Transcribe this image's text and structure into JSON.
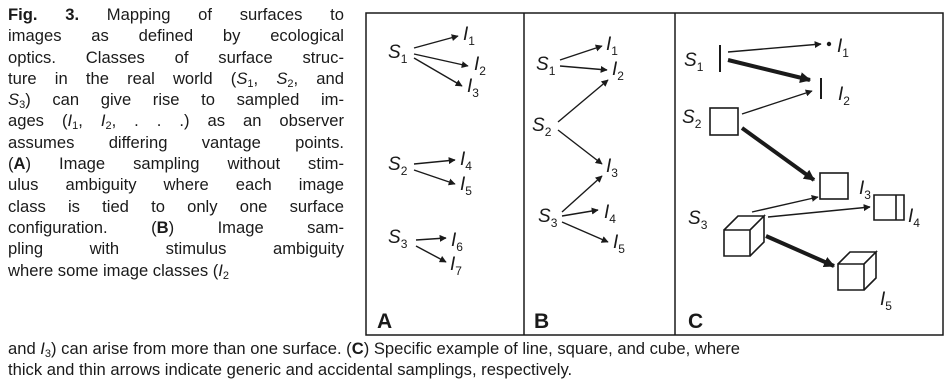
{
  "caption": {
    "fig_label": "Fig. 3.",
    "top_lines": [
      [
        {
          "t": "Fig. 3.",
          "b": 1
        },
        {
          "t": " Mapping of surfaces to"
        }
      ],
      [
        {
          "t": "images as defined by ecological"
        }
      ],
      [
        {
          "t": "optics. Classes of surface struc-"
        }
      ],
      [
        {
          "t": "ture in the real world ("
        },
        {
          "t": "S",
          "i": 1
        },
        {
          "t": "1",
          "s": 1
        },
        {
          "t": ", "
        },
        {
          "t": "S",
          "i": 1
        },
        {
          "t": "2",
          "s": 1
        },
        {
          "t": ", and"
        }
      ],
      [
        {
          "t": "S",
          "i": 1
        },
        {
          "t": "3",
          "s": 1
        },
        {
          "t": ") can give rise to sampled im-"
        }
      ],
      [
        {
          "t": "ages ("
        },
        {
          "t": "I",
          "i": 1
        },
        {
          "t": "1",
          "s": 1
        },
        {
          "t": ", "
        },
        {
          "t": "I",
          "i": 1
        },
        {
          "t": "2",
          "s": 1
        },
        {
          "t": ", . . .) as an observer"
        }
      ],
      [
        {
          "t": "assumes differing vantage points."
        }
      ],
      [
        {
          "t": "("
        },
        {
          "t": "A",
          "b": 1
        },
        {
          "t": ") Image sampling without stim-"
        }
      ],
      [
        {
          "t": "ulus ambiguity where each image"
        }
      ],
      [
        {
          "t": "class is tied to only one surface"
        }
      ],
      [
        {
          "t": "configuration. ("
        },
        {
          "t": "B",
          "b": 1
        },
        {
          "t": ") Image sam-"
        }
      ],
      [
        {
          "t": "pling with stimulus ambiguity"
        }
      ],
      [
        {
          "t": "where some image classes ("
        },
        {
          "t": "I",
          "i": 1
        },
        {
          "t": "2",
          "s": 1
        }
      ]
    ],
    "bottom_lines": [
      [
        {
          "t": "and "
        },
        {
          "t": "I",
          "i": 1
        },
        {
          "t": "3",
          "s": 1
        },
        {
          "t": ") can arise from more than one surface. ("
        },
        {
          "t": "C",
          "b": 1
        },
        {
          "t": ") Specific example of line, square, and cube, where"
        }
      ],
      [
        {
          "t": "thick and thin arrows indicate generic and accidental samplings, respectively."
        }
      ]
    ]
  },
  "figure": {
    "panels": [
      {
        "letter": "A",
        "surfaces": [
          {
            "n": "S",
            "sub": "1"
          },
          {
            "n": "S",
            "sub": "2"
          },
          {
            "n": "S",
            "sub": "3"
          }
        ],
        "images": [
          {
            "n": "I",
            "sub": "1"
          },
          {
            "n": "I",
            "sub": "2"
          },
          {
            "n": "I",
            "sub": "3"
          },
          {
            "n": "I",
            "sub": "4"
          },
          {
            "n": "I",
            "sub": "5"
          },
          {
            "n": "I",
            "sub": "6"
          },
          {
            "n": "I",
            "sub": "7"
          }
        ],
        "mapping": [
          [
            "S1",
            "I1"
          ],
          [
            "S1",
            "I2"
          ],
          [
            "S1",
            "I3"
          ],
          [
            "S2",
            "I4"
          ],
          [
            "S2",
            "I5"
          ],
          [
            "S3",
            "I6"
          ],
          [
            "S3",
            "I7"
          ]
        ]
      },
      {
        "letter": "B",
        "surfaces": [
          {
            "n": "S",
            "sub": "1"
          },
          {
            "n": "S",
            "sub": "2"
          },
          {
            "n": "S",
            "sub": "3"
          }
        ],
        "images": [
          {
            "n": "I",
            "sub": "1"
          },
          {
            "n": "I",
            "sub": "2"
          },
          {
            "n": "I",
            "sub": "3"
          },
          {
            "n": "I",
            "sub": "4"
          },
          {
            "n": "I",
            "sub": "5"
          }
        ],
        "mapping": [
          [
            "S1",
            "I1"
          ],
          [
            "S1",
            "I2"
          ],
          [
            "S2",
            "I2"
          ],
          [
            "S2",
            "I3"
          ],
          [
            "S3",
            "I3"
          ],
          [
            "S3",
            "I4"
          ],
          [
            "S3",
            "I5"
          ]
        ]
      },
      {
        "letter": "C",
        "surfaces": [
          {
            "n": "S",
            "sub": "1",
            "shape": "line"
          },
          {
            "n": "S",
            "sub": "2",
            "shape": "square"
          },
          {
            "n": "S",
            "sub": "3",
            "shape": "cube"
          }
        ],
        "images": [
          {
            "n": "I",
            "sub": "1",
            "shape": "dot"
          },
          {
            "n": "I",
            "sub": "2",
            "shape": "line"
          },
          {
            "n": "I",
            "sub": "3",
            "shape": "square"
          },
          {
            "n": "I",
            "sub": "4",
            "shape": "box"
          },
          {
            "n": "I",
            "sub": "5",
            "shape": "cube"
          }
        ],
        "mapping": [
          {
            "from": "S1",
            "to": "I1",
            "arrow": "thin"
          },
          {
            "from": "S1",
            "to": "I2",
            "arrow": "thick"
          },
          {
            "from": "S2",
            "to": "I2",
            "arrow": "thin"
          },
          {
            "from": "S2",
            "to": "I3",
            "arrow": "thick"
          },
          {
            "from": "S3",
            "to": "I3",
            "arrow": "thin"
          },
          {
            "from": "S3",
            "to": "I4",
            "arrow": "thin"
          },
          {
            "from": "S3",
            "to": "I5",
            "arrow": "thick"
          }
        ]
      }
    ]
  }
}
